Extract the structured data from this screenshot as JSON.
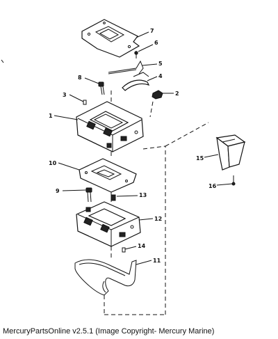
{
  "callouts": [
    "1",
    "2",
    "3",
    "4",
    "5",
    "6",
    "7",
    "8",
    "9",
    "10",
    "11",
    "12",
    "13",
    "14",
    "15",
    "16"
  ],
  "footer": {
    "copyright": "MercuryPartsOnline v2.5.1 (Image Copyright- Mercury Marine)"
  }
}
